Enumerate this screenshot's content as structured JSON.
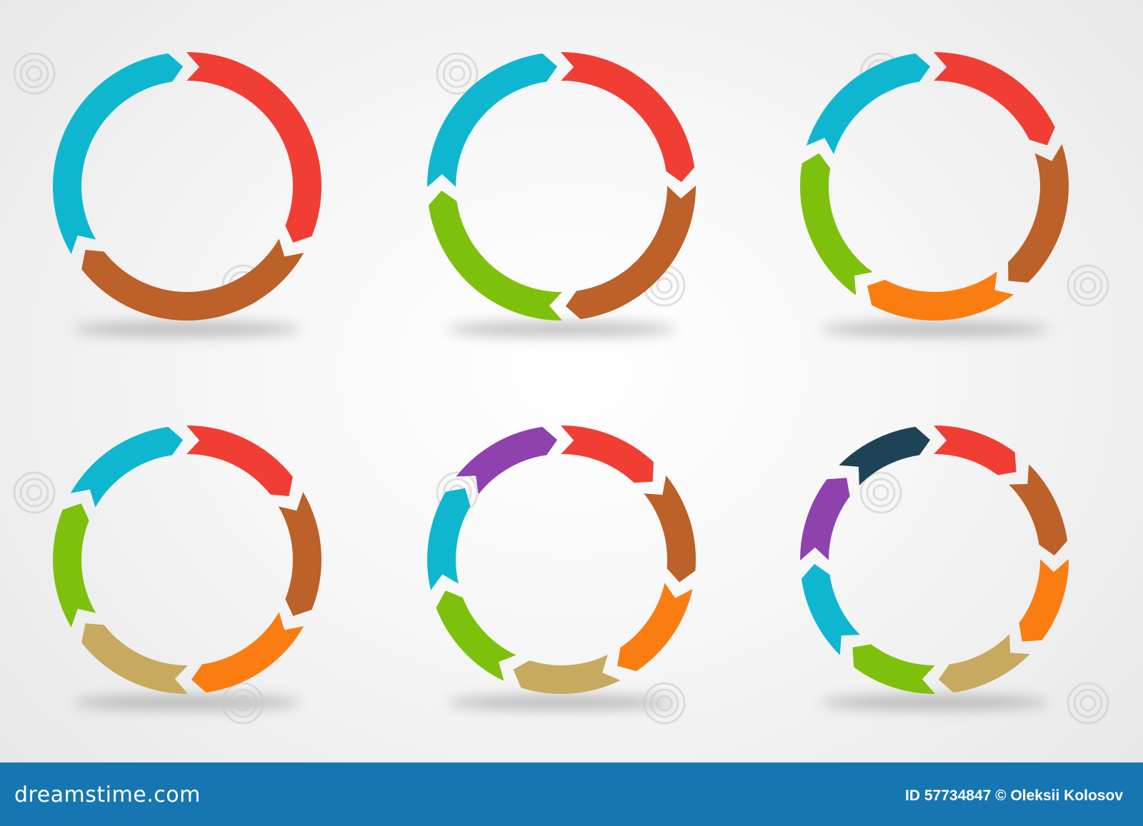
{
  "colors": {
    "red": "#f03e35",
    "brown": "#bb6129",
    "orange": "#fa7d12",
    "tan": "#c7aa5f",
    "green": "#7ec10c",
    "cyan": "#0eb7cf",
    "purple": "#8f42ae",
    "navy": "#1e4356",
    "shadow": "#8a8a8a",
    "watermark": "#c9c9c9"
  },
  "diagrams": [
    {
      "name": "cycle-3-step",
      "segments": [
        "red",
        "brown",
        "cyan"
      ]
    },
    {
      "name": "cycle-4-step",
      "segments": [
        "red",
        "brown",
        "green",
        "cyan"
      ]
    },
    {
      "name": "cycle-5-step",
      "segments": [
        "red",
        "brown",
        "orange",
        "green",
        "cyan"
      ]
    },
    {
      "name": "cycle-6-step",
      "segments": [
        "red",
        "brown",
        "orange",
        "tan",
        "green",
        "cyan"
      ]
    },
    {
      "name": "cycle-7-step",
      "segments": [
        "red",
        "brown",
        "orange",
        "tan",
        "green",
        "cyan",
        "purple"
      ]
    },
    {
      "name": "cycle-8-step",
      "segments": [
        "red",
        "brown",
        "orange",
        "tan",
        "green",
        "cyan",
        "purple",
        "navy"
      ]
    }
  ],
  "footer": {
    "brand": "dreamstime.com",
    "credit": "ID 57734847 © Oleksii Kolosov"
  }
}
